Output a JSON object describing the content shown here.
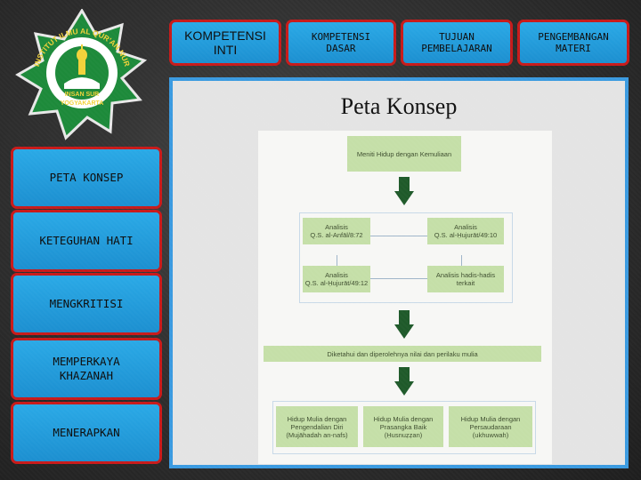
{
  "logo": {
    "arc_text": "INSTITUT ILMU AL QUR'AN NUR",
    "bottom_text": "INSAN SUR",
    "city_text": "YOGYAKARTA"
  },
  "tabs": [
    {
      "label": "KOMPETENSI\nINTI"
    },
    {
      "label": "KOMPETENSI\nDASAR"
    },
    {
      "label": "TUJUAN\nPEMBELAJARAN"
    },
    {
      "label": "PENGEMBANGAN\nMATERI"
    }
  ],
  "sidebar": [
    {
      "label": "PETA KONSEP"
    },
    {
      "label": "KETEGUHAN HATI"
    },
    {
      "label": "MENGKRITISI"
    },
    {
      "label": "MEMPERKAYA\nKHAZANAH"
    },
    {
      "label": "MENERAPKAN"
    }
  ],
  "panel": {
    "title": "Peta Konsep",
    "diagram": {
      "top": "Meniti Hidup dengan Kemuliaan",
      "analysis": [
        "Analisis\nQ.S. al-Anfāl/8:72",
        "Analisis\nQ.S. al-Ḥujurāt/49:10",
        "Analisis\nQ.S. al-Ḥujurāt/49:12",
        "Analisis hadis-hadis\nterkait"
      ],
      "middle": "Diketahui dan diperolehnya nilai dan perilaku mulia",
      "bottom": [
        "Hidup Mulia dengan\nPengendalian Diri\n(Mujāhadah an-nafs)",
        "Hidup Mulia dengan\nPrasangka Baik\n(Ḥusnuẓẓan)",
        "Hidup Mulia dengan\nPersaudaraan\n(ukhuwwah)"
      ]
    }
  },
  "colors": {
    "button_fill": "#2aa9e6",
    "button_border": "#c81a1a",
    "panel_border": "#3a9ae0",
    "diagram_box": "#c5dfa8",
    "arrow": "#1f5a2a"
  }
}
